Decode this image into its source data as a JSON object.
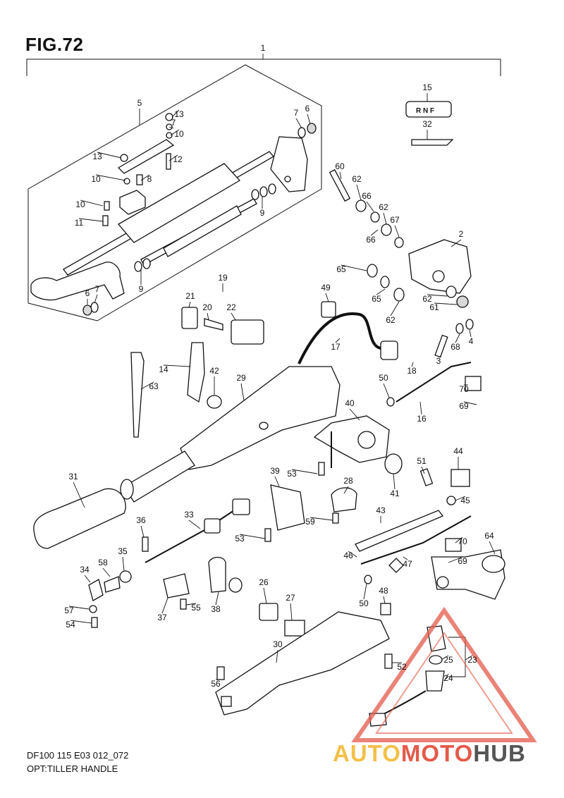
{
  "figure": {
    "title": "FIG.72",
    "footer_line1": "DF100 115 E03 012_072",
    "footer_line2": "OPT:TILLER HANDLE"
  },
  "watermark": {
    "part1": "AUTO",
    "part2": "MOTO",
    "part3": "HUB",
    "colors": {
      "yellow": "#f2c04a",
      "red": "#e35a4a",
      "gray": "#555555"
    }
  },
  "shift_label": {
    "letters": "R N F"
  },
  "callouts": [
    {
      "id": "c1",
      "label": "1"
    },
    {
      "id": "c2",
      "label": "2"
    },
    {
      "id": "c3",
      "label": "3"
    },
    {
      "id": "c4",
      "label": "4"
    },
    {
      "id": "c5",
      "label": "5"
    },
    {
      "id": "c6a",
      "label": "6"
    },
    {
      "id": "c6b",
      "label": "6"
    },
    {
      "id": "c7a",
      "label": "7"
    },
    {
      "id": "c7b",
      "label": "7"
    },
    {
      "id": "c7c",
      "label": "7"
    },
    {
      "id": "c8",
      "label": "8"
    },
    {
      "id": "c9a",
      "label": "9"
    },
    {
      "id": "c9b",
      "label": "9"
    },
    {
      "id": "c10a",
      "label": "10"
    },
    {
      "id": "c10b",
      "label": "10"
    },
    {
      "id": "c10c",
      "label": "10"
    },
    {
      "id": "c11",
      "label": "11"
    },
    {
      "id": "c12",
      "label": "12"
    },
    {
      "id": "c13a",
      "label": "13"
    },
    {
      "id": "c13b",
      "label": "13"
    },
    {
      "id": "c14",
      "label": "14"
    },
    {
      "id": "c15",
      "label": "15"
    },
    {
      "id": "c16",
      "label": "16"
    },
    {
      "id": "c17",
      "label": "17"
    },
    {
      "id": "c18",
      "label": "18"
    },
    {
      "id": "c19",
      "label": "19"
    },
    {
      "id": "c20",
      "label": "20"
    },
    {
      "id": "c21",
      "label": "21"
    },
    {
      "id": "c22",
      "label": "22"
    },
    {
      "id": "c23",
      "label": "23"
    },
    {
      "id": "c24",
      "label": "24"
    },
    {
      "id": "c25",
      "label": "25"
    },
    {
      "id": "c26",
      "label": "26"
    },
    {
      "id": "c27",
      "label": "27"
    },
    {
      "id": "c28",
      "label": "28"
    },
    {
      "id": "c29",
      "label": "29"
    },
    {
      "id": "c30",
      "label": "30"
    },
    {
      "id": "c31",
      "label": "31"
    },
    {
      "id": "c32",
      "label": "32"
    },
    {
      "id": "c33",
      "label": "33"
    },
    {
      "id": "c34",
      "label": "34"
    },
    {
      "id": "c35",
      "label": "35"
    },
    {
      "id": "c36",
      "label": "36"
    },
    {
      "id": "c37",
      "label": "37"
    },
    {
      "id": "c38",
      "label": "38"
    },
    {
      "id": "c39",
      "label": "39"
    },
    {
      "id": "c40",
      "label": "40"
    },
    {
      "id": "c41",
      "label": "41"
    },
    {
      "id": "c42",
      "label": "42"
    },
    {
      "id": "c43",
      "label": "43"
    },
    {
      "id": "c44",
      "label": "44"
    },
    {
      "id": "c45",
      "label": "45"
    },
    {
      "id": "c46",
      "label": "46"
    },
    {
      "id": "c47",
      "label": "47"
    },
    {
      "id": "c48",
      "label": "48"
    },
    {
      "id": "c49",
      "label": "49"
    },
    {
      "id": "c50a",
      "label": "50"
    },
    {
      "id": "c50b",
      "label": "50"
    },
    {
      "id": "c51",
      "label": "51"
    },
    {
      "id": "c52",
      "label": "52"
    },
    {
      "id": "c53a",
      "label": "53"
    },
    {
      "id": "c53b",
      "label": "53"
    },
    {
      "id": "c54",
      "label": "54"
    },
    {
      "id": "c55",
      "label": "55"
    },
    {
      "id": "c56",
      "label": "56"
    },
    {
      "id": "c57",
      "label": "57"
    },
    {
      "id": "c58",
      "label": "58"
    },
    {
      "id": "c59",
      "label": "59"
    },
    {
      "id": "c60",
      "label": "60"
    },
    {
      "id": "c61",
      "label": "61"
    },
    {
      "id": "c62a",
      "label": "62"
    },
    {
      "id": "c62b",
      "label": "62"
    },
    {
      "id": "c62c",
      "label": "62"
    },
    {
      "id": "c62d",
      "label": "62"
    },
    {
      "id": "c63",
      "label": "63"
    },
    {
      "id": "c64",
      "label": "64"
    },
    {
      "id": "c65a",
      "label": "65"
    },
    {
      "id": "c65b",
      "label": "65"
    },
    {
      "id": "c66a",
      "label": "66"
    },
    {
      "id": "c66b",
      "label": "66"
    },
    {
      "id": "c67",
      "label": "67"
    },
    {
      "id": "c68",
      "label": "68"
    },
    {
      "id": "c69a",
      "label": "69"
    },
    {
      "id": "c69b",
      "label": "69"
    },
    {
      "id": "c70a",
      "label": "70"
    },
    {
      "id": "c70b",
      "label": "70"
    }
  ]
}
